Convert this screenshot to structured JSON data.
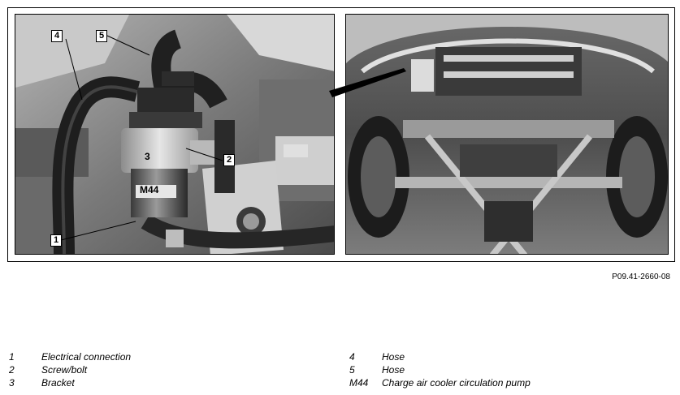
{
  "figure_ref": "P09.41-2660-08",
  "callouts": {
    "c1": "1",
    "c2": "2",
    "c3": "3",
    "c4": "4",
    "c5": "5",
    "m44": "M44"
  },
  "legend_left": [
    {
      "num": "1",
      "text": "Electrical connection"
    },
    {
      "num": "2",
      "text": "Screw/bolt"
    },
    {
      "num": "3",
      "text": "Bracket"
    }
  ],
  "legend_right": [
    {
      "num": "4",
      "text": "Hose"
    },
    {
      "num": "5",
      "text": "Hose"
    },
    {
      "num": "M44",
      "text": "Charge air cooler circulation pump"
    }
  ]
}
